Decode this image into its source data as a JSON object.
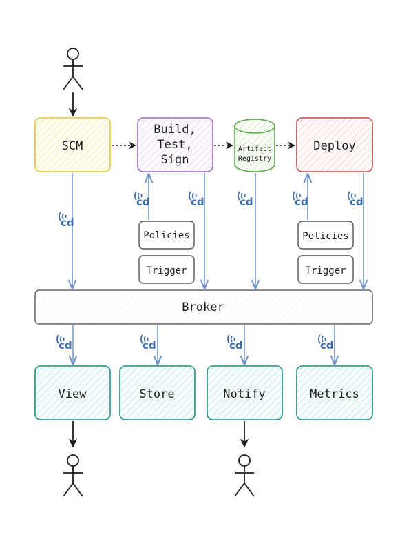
{
  "nodes": {
    "scm": "SCM",
    "build": [
      "Build,",
      "Test,",
      "Sign"
    ],
    "registry": [
      "Artifact",
      "Registry"
    ],
    "deploy": "Deploy",
    "broker": "Broker",
    "view": "View",
    "store": "Store",
    "notify": "Notify",
    "metrics": "Metrics",
    "policies_build": "Policies",
    "trigger_build": "Trigger",
    "policies_deploy": "Policies",
    "trigger_deploy": "Trigger"
  },
  "icons": {
    "actor": "stick-figure-icon",
    "cdevents": "cdevents-logo-icon",
    "cdevents_logo_text": "cd"
  },
  "colors": {
    "scm_stroke": "#e5c542",
    "scm_fill": "#fff6cc",
    "build_stroke": "#9a6cc8",
    "build_fill": "#efe4f8",
    "registry_stroke": "#5aa84a",
    "registry_fill": "#e2f3da",
    "deploy_stroke": "#c84a4a",
    "deploy_fill": "#fbe3e3",
    "consumer_stroke": "#1f8f86",
    "consumer_fill": "#d7f2ef",
    "arrow_blue": "#6a8fc7",
    "cd_blue": "#3b6ea8"
  }
}
